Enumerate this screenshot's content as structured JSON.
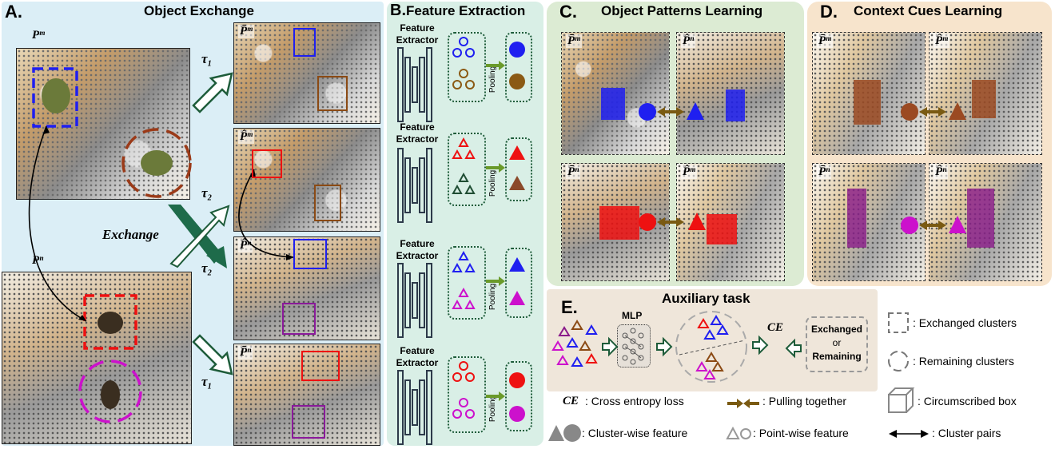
{
  "panels": {
    "a": {
      "letter": "A.",
      "title": "Object Exchange"
    },
    "b": {
      "letter": "B.",
      "title": "Feature Extraction"
    },
    "c": {
      "letter": "C.",
      "title": "Object Patterns Learning"
    },
    "d": {
      "letter": "D.",
      "title": "Context Cues Learning"
    },
    "e": {
      "letter": "E.",
      "title": "Auxiliary task"
    }
  },
  "labels": {
    "pm": "Pᵐ",
    "pn": "Pⁿ",
    "pm_bar": "P̄ᵐ",
    "pm_hat": "P̂ᵐ",
    "pn_hat": "P̂ⁿ",
    "pn_bar": "P̄ⁿ",
    "tau1": "τ₁",
    "tau2": "τ₂",
    "exchange": "Exchange"
  },
  "feature_extraction": {
    "extractor": "Feature Extractor",
    "pooling": "Pooling"
  },
  "auxiliary": {
    "mlp": "MLP",
    "ce": "CE",
    "exchanged": "Exchanged",
    "or": "or",
    "remaining": "Remaining"
  },
  "legend": {
    "exchanged_clusters": ": Exchanged clusters",
    "remaining_clusters": ": Remaining clusters",
    "ce_symbol": "CE",
    "ce_text": ": Cross entropy loss",
    "pulling": ": Pulling together",
    "circumscribed": ": Circumscribed box",
    "cluster_wise": ": Cluster-wise  feature",
    "point_wise": ": Point-wise  feature",
    "cluster_pairs": ": Cluster pairs"
  },
  "colors": {
    "panel_a_bg": "#dbeef6",
    "panel_b_bg": "#d9efe6",
    "panel_c_bg": "#dcebd3",
    "panel_d_bg": "#f7e4cc",
    "panel_e_bg": "#efe6da",
    "blue": "#1f1ff0",
    "brown": "#8b4a14",
    "red": "#ee1111",
    "dark_green": "#1f4d33",
    "magenta": "#cc11cc",
    "arrow_green": "#1e6b4a",
    "pull_brown": "#7a5a12"
  }
}
